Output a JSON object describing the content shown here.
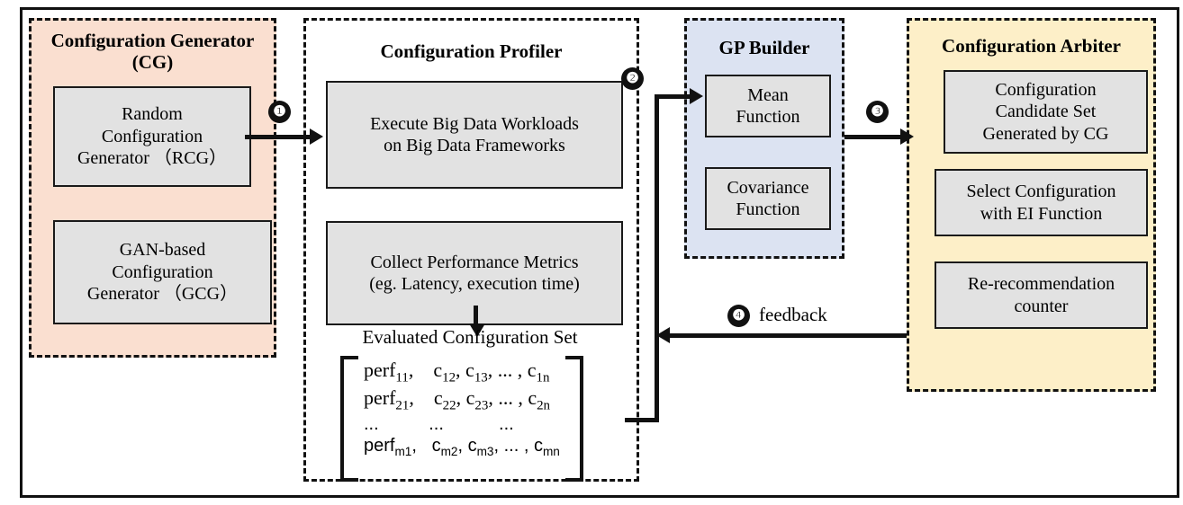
{
  "diagram": {
    "title": "Configuration tuning framework pipeline",
    "colors": {
      "cg_panel": "#fadfd0",
      "gp_panel": "#dce3f2",
      "arbiter_panel": "#fdefc8",
      "box_fill": "#e2e2e2",
      "stroke": "#111111"
    }
  },
  "panels": {
    "cg": {
      "title_line1": "Configuration Generator",
      "title_line2": "(CG)",
      "boxes": [
        {
          "line1": "Random",
          "line2": "Configuration",
          "line3": "Generator （RCG）"
        },
        {
          "line1": "GAN-based",
          "line2": "Configuration",
          "line3": "Generator （GCG）"
        }
      ]
    },
    "profiler": {
      "title": "Configuration Profiler",
      "boxes": [
        {
          "line1": "Execute Big Data Workloads",
          "line2": "on Big Data Frameworks"
        },
        {
          "line1": "Collect Performance Metrics",
          "line2": "(eg. Latency, execution time)"
        }
      ],
      "matrix_caption": "Evaluated Configuration Set"
    },
    "gp": {
      "title": "GP Builder",
      "boxes": [
        {
          "line1": "Mean",
          "line2": "Function"
        },
        {
          "line1": "Covariance",
          "line2": "Function"
        }
      ]
    },
    "arbiter": {
      "title": "Configuration Arbiter",
      "boxes": [
        {
          "line1": "Configuration",
          "line2": "Candidate Set",
          "line3": "Generated by CG"
        },
        {
          "line1": "Select Configuration",
          "line2": "with EI Function"
        },
        {
          "line1": "Re-recommendation",
          "line2": "counter"
        }
      ]
    }
  },
  "matrix": {
    "rows": [
      {
        "cells": [
          "perf",
          "11",
          ",    c",
          "12",
          ", c",
          "13",
          ", ... , c",
          "1n"
        ]
      },
      {
        "cells": [
          "perf",
          "21",
          ",    c",
          "22",
          ", c",
          "23",
          ", ... , c",
          "2n"
        ]
      },
      {
        "cells": [
          "perf",
          "m1",
          ",   c",
          "m2",
          ", c",
          "m3",
          ", ... , c",
          "mn"
        ]
      }
    ],
    "row1": "perf₁₁,    c₁₂, c₁₃, ... , c₁ₙ",
    "row2": "perf₂₁,    c₂₂, c₂₃, ... , c₂ₙ",
    "ellipsis_row": "...            ...              ...",
    "row4": "perfₘ₁,   cₘ₂, cₘ₃, ... , cₘₙ"
  },
  "flows": [
    {
      "id": "1",
      "badge": "❶",
      "label": ""
    },
    {
      "id": "2",
      "badge": "❷",
      "label": ""
    },
    {
      "id": "3",
      "badge": "❸",
      "label": ""
    },
    {
      "id": "4",
      "badge": "❹",
      "label": "feedback"
    }
  ]
}
